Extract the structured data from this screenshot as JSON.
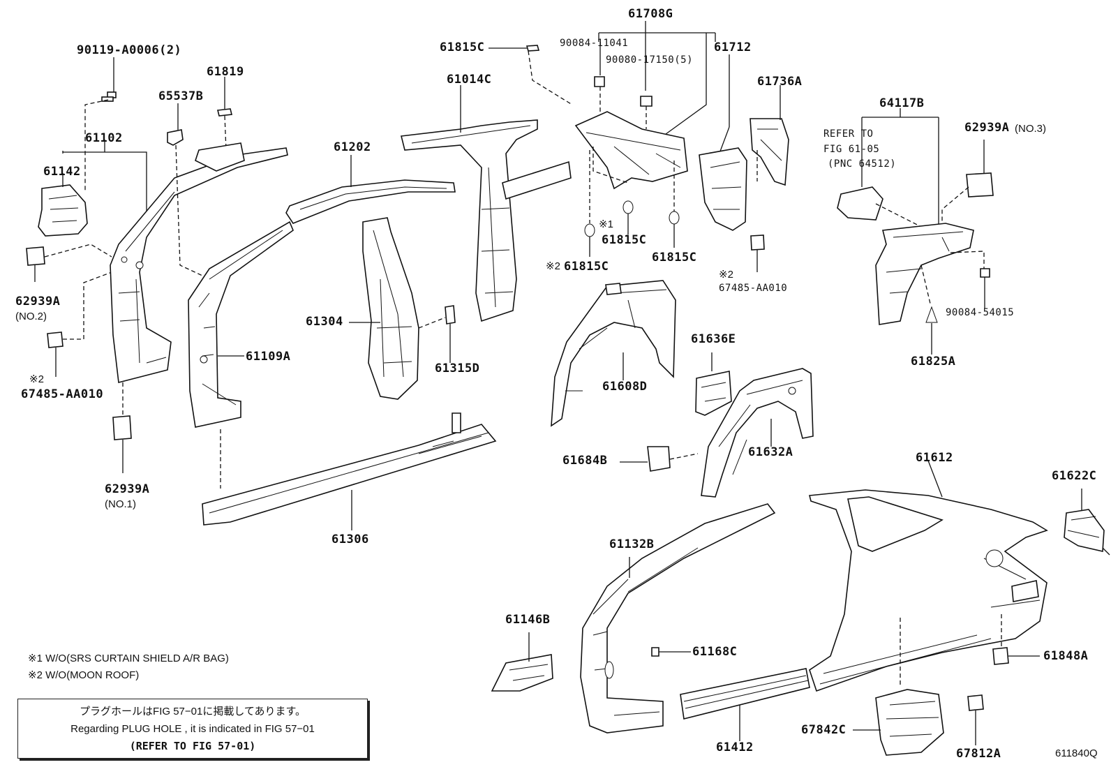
{
  "part_labels": {
    "p90119": "90119-A0006(2)",
    "p61819": "61819",
    "p65537B": "65537B",
    "p61102": "61102",
    "p61142": "61142",
    "p62939A_no2": "62939A",
    "p62939A_no2_sub": "(NO.2)",
    "p67485_left_mark": "※2",
    "p67485_left": "67485-AA010",
    "p62939A_no1": "62939A",
    "p62939A_no1_sub": "(NO.1)",
    "p61202": "61202",
    "p61109A": "61109A",
    "p61304": "61304",
    "p61315D": "61315D",
    "p61306": "61306",
    "p61815C_top": "61815C",
    "p61014C": "61014C",
    "p61708G": "61708G",
    "p90084_11041": "90084-11041",
    "p90080": "90080-17150(5)",
    "p61712": "61712",
    "p61736A": "61736A",
    "p61815C_m1_mark": "※1",
    "p61815C_m1": "61815C",
    "p61815C_m2_mark": "※2",
    "p61815C_m2": "61815C",
    "p61815C_r": "61815C",
    "p67485_right_mark": "※2",
    "p67485_right": "67485-AA010",
    "p64117B": "64117B",
    "refer1": "REFER TO",
    "refer2": "FIG 61-05",
    "refer3": "(PNC 64512)",
    "p62939A_no3": "62939A",
    "p62939A_no3_sub": "(NO.3)",
    "p90084_54015": "90084-54015",
    "p61825A": "61825A",
    "p61608D": "61608D",
    "p61636E": "61636E",
    "p61684B": "61684B",
    "p61632A": "61632A",
    "p61612": "61612",
    "p61622C": "61622C",
    "p61132B": "61132B",
    "p61146B": "61146B",
    "p61168C": "61168C",
    "p61412": "61412",
    "p61848A": "61848A",
    "p67842C": "67842C",
    "p67812A": "67812A"
  },
  "footnotes": {
    "n1": "※1 W/O(SRS CURTAIN SHIELD A/R BAG)",
    "n2": "※2 W/O(MOON ROOF)"
  },
  "notice": {
    "line1": "プラグホールはFIG 57−01に掲載してあります。",
    "line2": "Regarding  PLUG  HOLE , it is indicated in  FIG  57−01",
    "line3": "(REFER TO FIG 57-01)"
  },
  "figure_id": "611840Q"
}
